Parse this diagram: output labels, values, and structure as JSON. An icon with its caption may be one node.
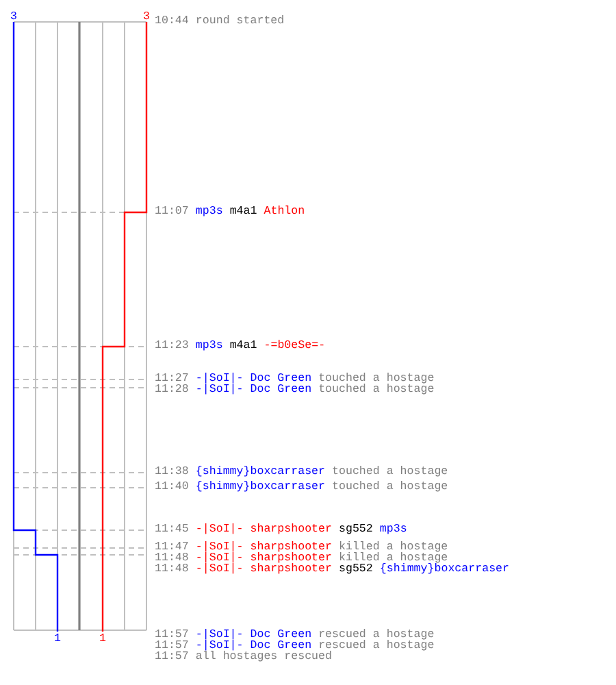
{
  "diagram": {
    "labels": [
      "3",
      "3",
      "10:44",
      "round started",
      "11:07",
      "mp3s",
      "m4a1",
      "Athlon",
      "11:23",
      "mp3s",
      "m4a1",
      "-=b0eSe=-",
      "11:27",
      "-|SoI|- Doc Green",
      "touched a hostage",
      "11:28",
      "-|SoI|- Doc Green",
      "touched a hostage",
      "11:38",
      "{shimmy}boxcarraser",
      "touched a hostage",
      "11:40",
      "{shimmy}boxcarraser",
      "touched a hostage",
      "11:45",
      "-|SoI|- sharpshooter",
      "sg552",
      "mp3s",
      "11:47",
      "-|SoI|- sharpshooter",
      "killed a hostage",
      "11:48",
      "-|SoI|- sharpshooter",
      "killed a hostage",
      "11:48",
      "-|SoI|- sharpshooter",
      "sg552",
      "{shimmy}boxcarraser",
      "11:57",
      "-|SoI|- Doc Green",
      "rescued a hostage",
      "11:57",
      "-|SoI|- Doc Green",
      "rescued a hostage",
      "11:57",
      "all hostages rescued",
      "1",
      "1"
    ]
  }
}
